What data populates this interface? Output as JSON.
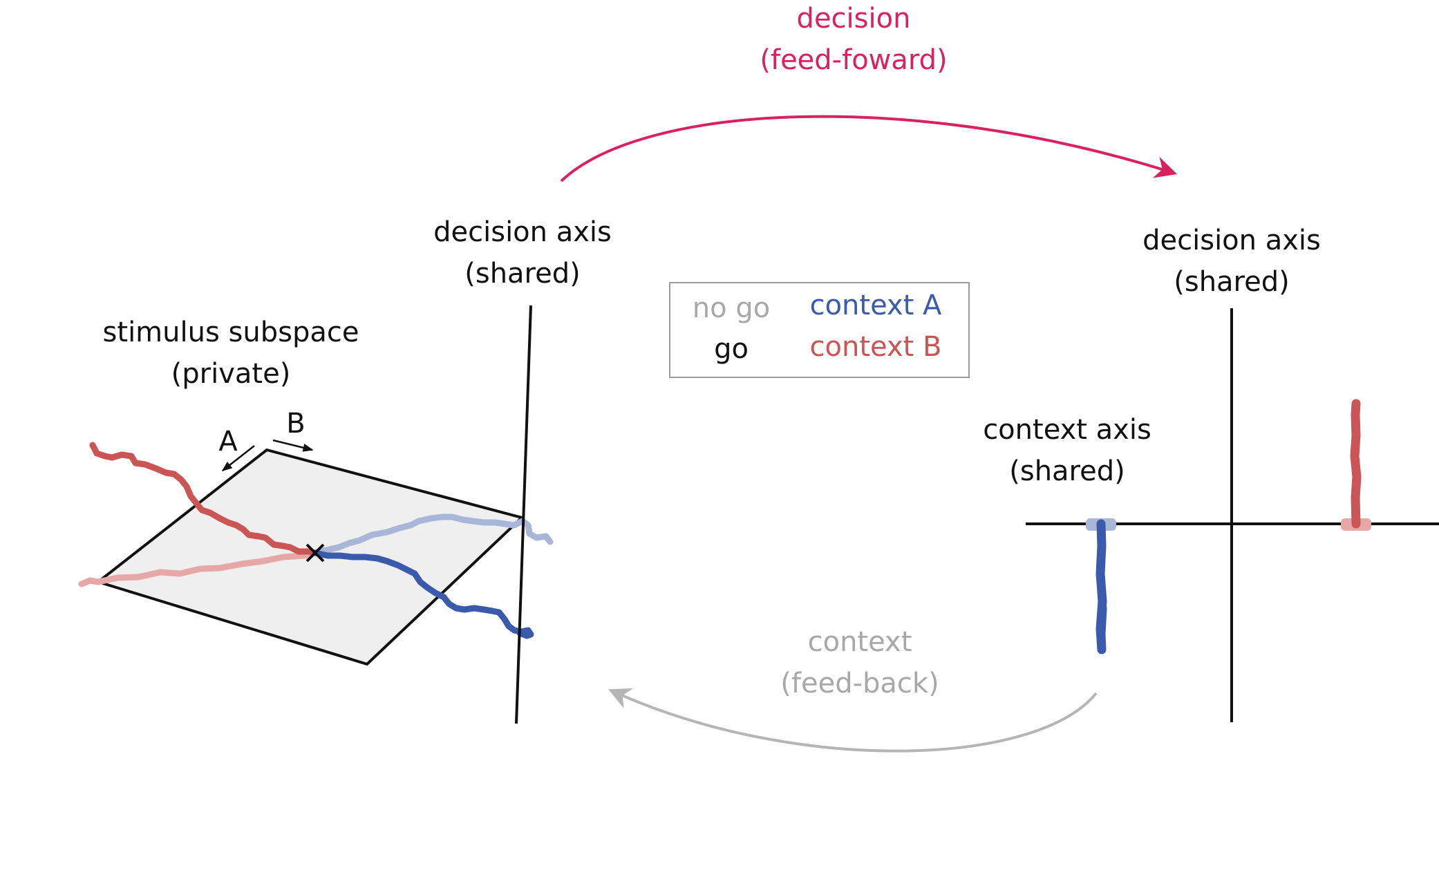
{
  "colors": {
    "black": "#111111",
    "context_a": "#3a5aab",
    "context_a_nogo": "#a9b6d8",
    "context_b": "#cb5454",
    "context_b_nogo": "#e6a7a7",
    "decision_arrow": "#d9215f",
    "context_arrow": "#b5b5b5",
    "nogo_text": "#a8a8a8",
    "plane_fill": "#efefef",
    "legend_border": "#9b9b9b"
  },
  "icons": {
    "stimulus_origin_marker": "cross-icon"
  },
  "top_arrow": {
    "line1": "decision",
    "line2": "(feed-foward)"
  },
  "bottom_arrow": {
    "line1": "context",
    "line2": "(feed-back)"
  },
  "left_panel": {
    "decision_axis_line1": "decision axis",
    "decision_axis_line2": "(shared)",
    "stimulus_line1": "stimulus subspace",
    "stimulus_line2": "(private)",
    "dir_a": "A",
    "dir_b": "B"
  },
  "right_panel": {
    "decision_axis_line1": "decision axis",
    "decision_axis_line2": "(shared)",
    "context_axis_line1": "context axis",
    "context_axis_line2": "(shared)"
  },
  "legend": {
    "nogo": "no go",
    "go": "go",
    "context_a": "context A",
    "context_b": "context B"
  }
}
